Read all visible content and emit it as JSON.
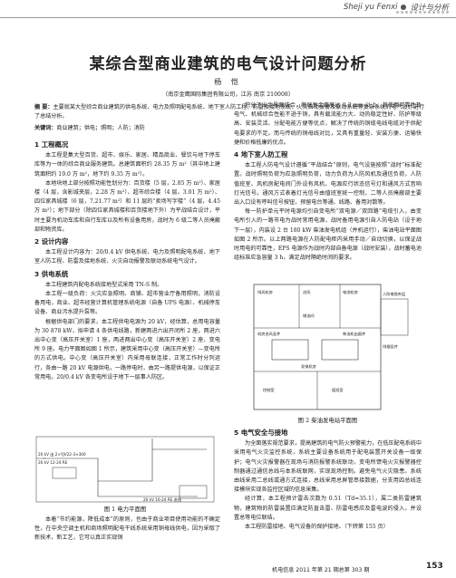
{
  "header": {
    "journal": "Sheji yu Fenxi",
    "section": "设计与分析"
  },
  "title": "某综合型商业建筑的电气设计问题分析",
  "author": "杨 恺",
  "affiliation": "（南京金鹰国际集团有限公司，江苏 南京 210008）",
  "abstract": {
    "label": "摘 要：",
    "text": "主要就某大型综合商业建筑的供电系统、电力及照明配电系统、地下室人防工程、防雷及接地系统、火灾自动报警及联动系统等复杂系统的电气设计进行了总结分析。"
  },
  "keywords": {
    "label": "关键词：",
    "text": "商业建筑；供电；照明；人防；消防"
  },
  "left_column": [
    {
      "type": "h",
      "text": "1 工程概况"
    },
    {
      "type": "p",
      "text": "本工程是集大型百货、超市、娱乐、家居、精品商业、餐饮与地下停车库等为一体的综合商业服务建筑。总建筑面积约 28.35 万 m²（其中地上建筑面积约 19.0 万 m²，地下约 9.35 万 m²）。"
    },
    {
      "type": "p",
      "text": "本地块地上部分按照功能性划分为：百货楼（5 层，2.85 万 m²）、家居楼（4 层，含影城夹层，2.28 万 m²）、超市综合楼（4 层，3.01 万 m²）、四位家具城楼（6 层，7.21.77 m²）和 11 层的“卖场写字楼”（4 层，4.45 万 m²）；地下部分（除四位家具城楼和百货楼地下外）为平战结合设计，平时主要为机动车库和自行车库以及所有设备用房，战时为 6 级二等人员掩蔽部和物资库。"
    },
    {
      "type": "h",
      "text": "2 设计内容"
    },
    {
      "type": "p",
      "text": "本工程设计内容为：20/0.4 kV 供电系统、电力及照明配电系统、地下室人防工程、防雷及接地系统、火灾自动报警及联动系统电气设计。"
    },
    {
      "type": "h",
      "text": "3 供电系统"
    },
    {
      "type": "p",
      "text": "本工程建筑内配电系统接地型式采用 TN-S 制。"
    },
    {
      "type": "p",
      "text": "本工程一级负荷：火灾应急照明、商铺、超市营业厅备用照明，消防设备用电，商业、超市经营计算机管理系统电源（自备 UPS 电源）、机械停车设备、商业污水提升泵等。"
    },
    {
      "type": "p",
      "text": "根据供电部门的要求，本工程供电电源为 20 kV，经估算，总用电容量为 30 878 kW，拟申请 4 条供电线路，新建两进六出开闭所 2 座，两进六出中心变（高压开关室）1 座，两进两出中心变（高压开关室）2 座、变电所 9 座。电力平面图如图 1 所示，建筑采用中心变（高压开关室）—变电所的方式供电。中心变（高压开关室）内采用母联连接，正常工作时分列运行，各由一路 20 kV 电源供电，一路停电时，由另一路提供电源，以保证正常用电。20/0.4 kV 各变电所设于地下一层事人防区。"
    }
  ],
  "left_column_bottom": [
    {
      "type": "p",
      "text": "本着“节约能源，降低成本”的原则，也由于商业项目使用功能的不确定性，在中央空调主机和商场照明配电干线系统采用铜母线供电，因为采取了新技术，新工艺，它可以真正实现铜"
    }
  ],
  "right_column": [
    {
      "type": "p",
      "text": "积分子出金界面结合，侧层复合厚度达 0.3 mm 以上，其使用可靠性及电气、机械综合性能不逊于铜，具有载流能力大、动热稳定性好、防护等级高、安装灵活、分配电能方便等优点，解决了传统的铜缆电线电缆对于供配电要求的不足。而与传统的铜母线对比，又具有重量轻、安装方便、运输快捷和价格低廉的优点。"
    },
    {
      "type": "h",
      "text": "4 地下室人防工程"
    },
    {
      "type": "p",
      "text": "本工程人防电气设计遵循“平战结合”原则，电气设施按照“战时”标准配置。战时照明负荷为应急照明负荷，动力负荷为人防风机及通信负荷，人防值班室、风机房配电间门外设有风机、电源应行状态信号灯和通风方式音响灯光信号。通风方式表着灯光信号由值班室统一控制，二等人员掩蔽部主要出入口设有呼叫信号按钮，预留电台等通、线路、备用对数等。"
    },
    {
      "type": "p",
      "text": "每一防护单元平时电源均引自变电所“双电源／双回路”电缆引入，由变电所引入的一路市电为战时常用电源，战时备用电源引自人防电站（设于地下一层），内装设 2 台 180 kW 柴油发电机组（并机运行），柴油电站平面图如图 2 所示。以上两路电源在人防配电柜内采用手动／自动切换，以保证战时用电的可靠性，EPS 电源作为战时内部自备电源（战时安装），战时蓄电池组标准应急容量 3 h，满足战时隔绝时间的要求。"
    }
  ],
  "right_column_bottom": [
    {
      "type": "h",
      "text": "5 电气安全与接地"
    },
    {
      "type": "p",
      "text": "为全面落实规范要求，提高建筑的电气防火预警能力，在低压配电系统中采用电气火灾监控系统，系统主要设备系统用于配电装置开关设备一级保护；电气火灾报警器在现场与消防报警系统联动，变电所馈电火灾报警器控制器通过通信总线与本系统联网，实现现场控制。避免电气火灾隐患。系统由线采用二总线或通方式连接，总线采用总屏管串接数据，分支用四总线连接模块实现各监控区域的信息采集。"
    },
    {
      "type": "p",
      "text": "经计算，本工程预计雷击次数为 0.51（Td=35.1），属二类防雷建筑物，建筑物的防雷装置应满足防直击雷、防雷电感应及雷电波的侵入，并设置总等电位联结。"
    },
    {
      "type": "p",
      "text": "本工程防雷接地、电气设备的保护接地、（下转第 155 页）"
    }
  ],
  "figure1": {
    "caption": "图 1 电力平面图",
    "labels": [
      "20 kV 出 2×YJV22-3×300",
      "20 kV 12-24 RE",
      "20 kV 16-24 RE 进线"
    ]
  },
  "figure2": {
    "caption": "图 2 柴油发电站平面图",
    "labels": [
      "排风机房",
      "进风",
      "电池机房",
      "储油间",
      "人防电缆夹层",
      "发电机房",
      "机房进风竖井",
      "柴油机出烟井",
      "控制室",
      "值班室",
      "排烟竖井"
    ]
  },
  "footer": {
    "journal_issue": "机电信息 2011 年第 21 期总第 303 期",
    "page": "153"
  }
}
